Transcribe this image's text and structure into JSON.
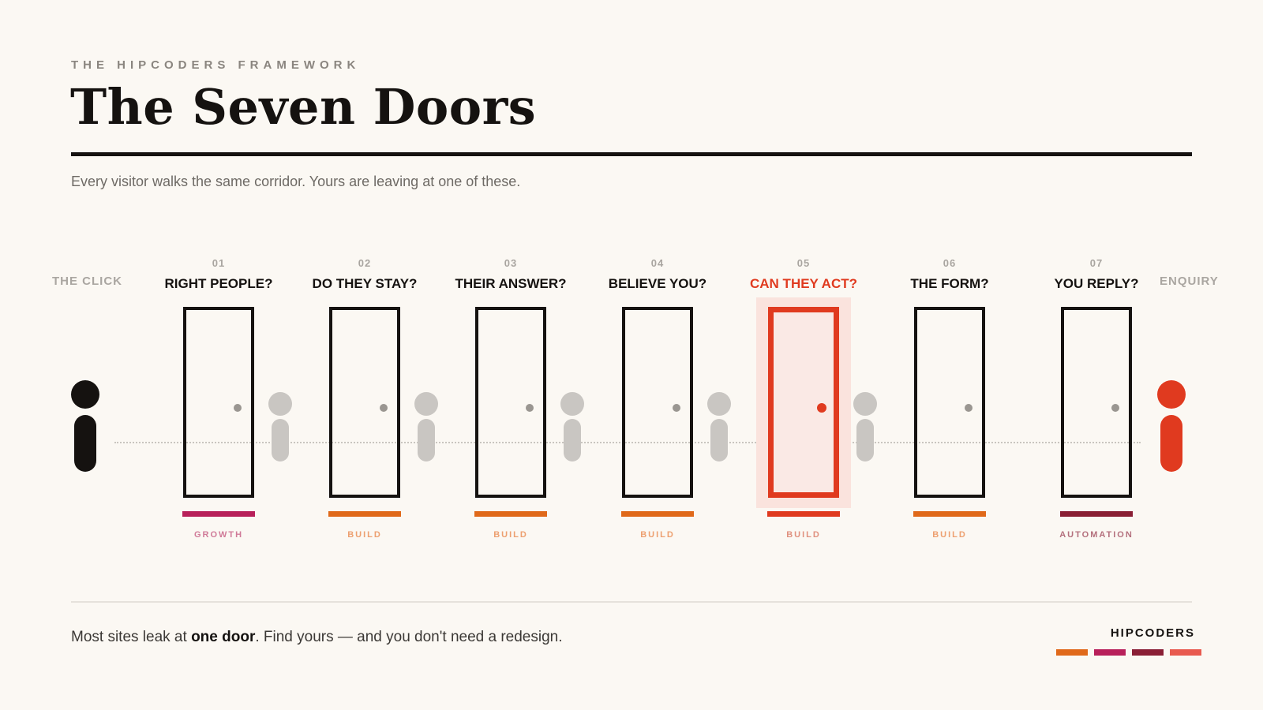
{
  "header": {
    "eyebrow": "THE HIPCODERS FRAMEWORK",
    "title": "The Seven Doors",
    "subtitle": "Every visitor walks the same corridor. Yours are leaving at one of these."
  },
  "endpoints": {
    "start_label": "THE CLICK",
    "end_label": "ENQUIRY"
  },
  "doors": [
    {
      "number": "01",
      "question": "RIGHT PEOPLE?",
      "category": "GROWTH",
      "bar_color": "#b8205a",
      "category_color": "#d07a98",
      "active": false
    },
    {
      "number": "02",
      "question": "DO THEY STAY?",
      "category": "BUILD",
      "bar_color": "#e0691a",
      "category_color": "#eda070",
      "active": false
    },
    {
      "number": "03",
      "question": "THEIR ANSWER?",
      "category": "BUILD",
      "bar_color": "#e0691a",
      "category_color": "#eda070",
      "active": false
    },
    {
      "number": "04",
      "question": "BELIEVE YOU?",
      "category": "BUILD",
      "bar_color": "#e0691a",
      "category_color": "#eda070",
      "active": false
    },
    {
      "number": "05",
      "question": "CAN THEY ACT?",
      "category": "BUILD",
      "bar_color": "#e03a1f",
      "category_color": "#e0917f",
      "active": true
    },
    {
      "number": "06",
      "question": "THE FORM?",
      "category": "BUILD",
      "bar_color": "#e0691a",
      "category_color": "#eda070",
      "active": false
    },
    {
      "number": "07",
      "question": "YOU REPLY?",
      "category": "AUTOMATION",
      "bar_color": "#8a1f35",
      "category_color": "#b4707d",
      "active": false
    }
  ],
  "footer": {
    "text_before": "Most sites leak at ",
    "text_emphasis": "one door",
    "text_after": ". Find yours — and you don't need a redesign.",
    "brand": "HIPCODERS",
    "swatches": [
      "#e0691a",
      "#b8205a",
      "#8a1f35",
      "#e85a4f"
    ]
  },
  "colors": {
    "accent": "#e03a1f",
    "ink": "#151210",
    "background": "#fbf8f3"
  }
}
